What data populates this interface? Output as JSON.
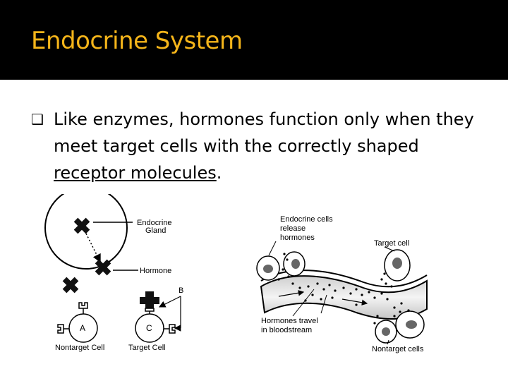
{
  "slide": {
    "title": "Endocrine System",
    "bullet_marker": "❑",
    "bullet_text_1": "Like enzymes, hormones function only when they meet target cells with the correctly shaped ",
    "bullet_text_underlined": "receptor molecules",
    "bullet_text_end": "."
  },
  "left_diagram": {
    "label_gland": "Endocrine Gland",
    "label_gland_line1": "Endocrine",
    "label_gland_line2": "Gland",
    "label_hormone": "Hormone",
    "label_b": "B",
    "label_a": "A",
    "label_c": "C",
    "label_nontarget": "Nontarget Cell",
    "label_target": "Target Cell"
  },
  "right_diagram": {
    "label_release_1": "Endocrine cells",
    "label_release_2": "release",
    "label_release_3": "hormones",
    "label_target": "Target cell",
    "label_travel_1": "Hormones travel",
    "label_travel_2": "in bloodstream",
    "label_nontarget": "Nontarget cells"
  }
}
